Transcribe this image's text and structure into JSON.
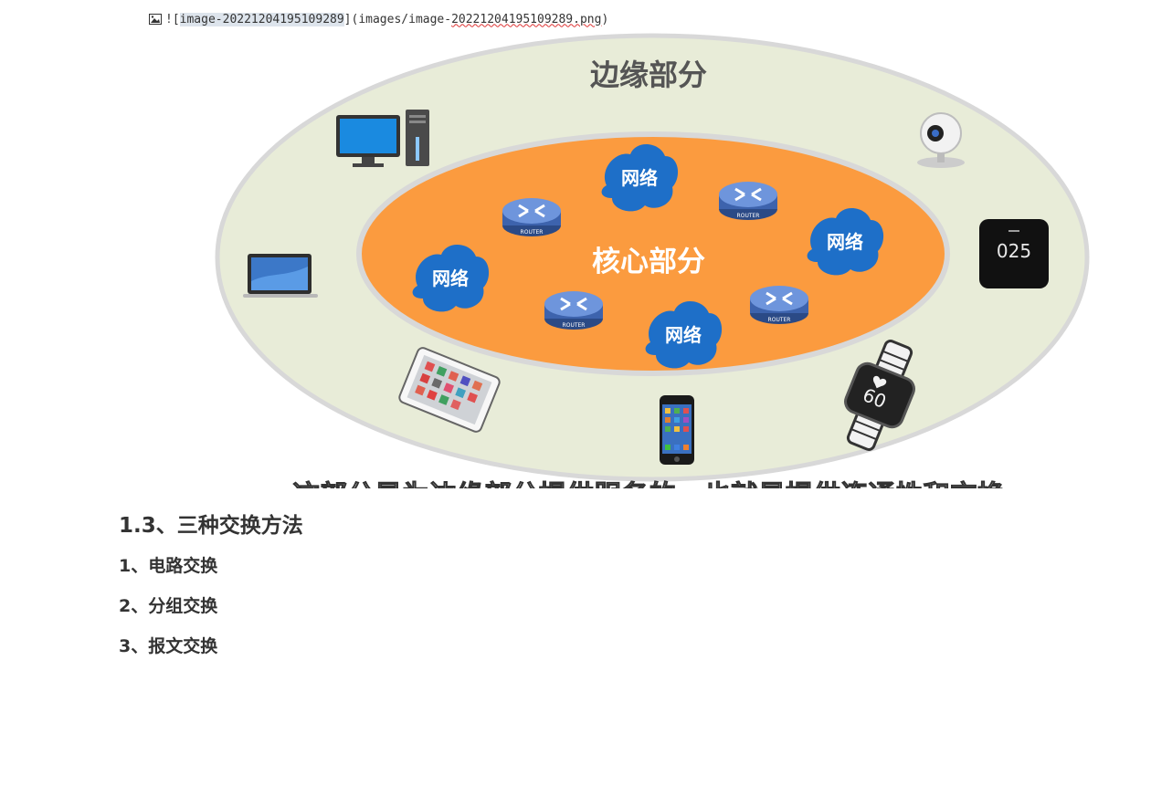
{
  "markdown_image": {
    "prefix": "![",
    "alt_text": "image-20221204195109289",
    "mid": "](images/image-",
    "misspelled": "20221204195109289.png",
    "suffix": ")"
  },
  "figure": {
    "outer_label": "边缘部分",
    "inner_label": "核心部分",
    "network_labels": [
      "网络",
      "网络",
      "网络",
      "网络"
    ],
    "router_labels": [
      "ROUTER",
      "ROUTER",
      "ROUTER",
      "ROUTER"
    ],
    "device_display": "025",
    "watch_display": "60",
    "caption_cropped": "这部分是为边缘部分提供服务的，也就是提供连通性和交换",
    "colors": {
      "outer": "#e8ecd8",
      "outer_border": "#d8d8d8",
      "inner": "#fb9b3f",
      "cloud": "#1e6fc8"
    }
  },
  "doc": {
    "heading": "1.3、三种交换方法",
    "items": [
      "1、电路交换",
      "2、分组交换",
      "3、报文交换"
    ]
  }
}
